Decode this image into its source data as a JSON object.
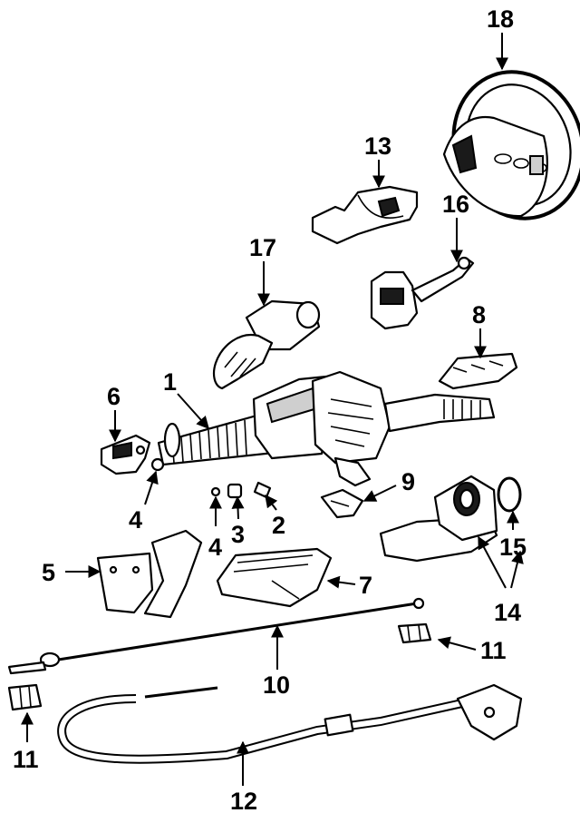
{
  "callouts": {
    "c1": "1",
    "c2": "2",
    "c3": "3",
    "c4a": "4",
    "c4b": "4",
    "c5": "5",
    "c6": "6",
    "c7": "7",
    "c8": "8",
    "c9": "9",
    "c10": "10",
    "c11a": "11",
    "c11b": "11",
    "c12": "12",
    "c13": "13",
    "c14": "14",
    "c15": "15",
    "c16": "16",
    "c17": "17",
    "c18": "18"
  }
}
